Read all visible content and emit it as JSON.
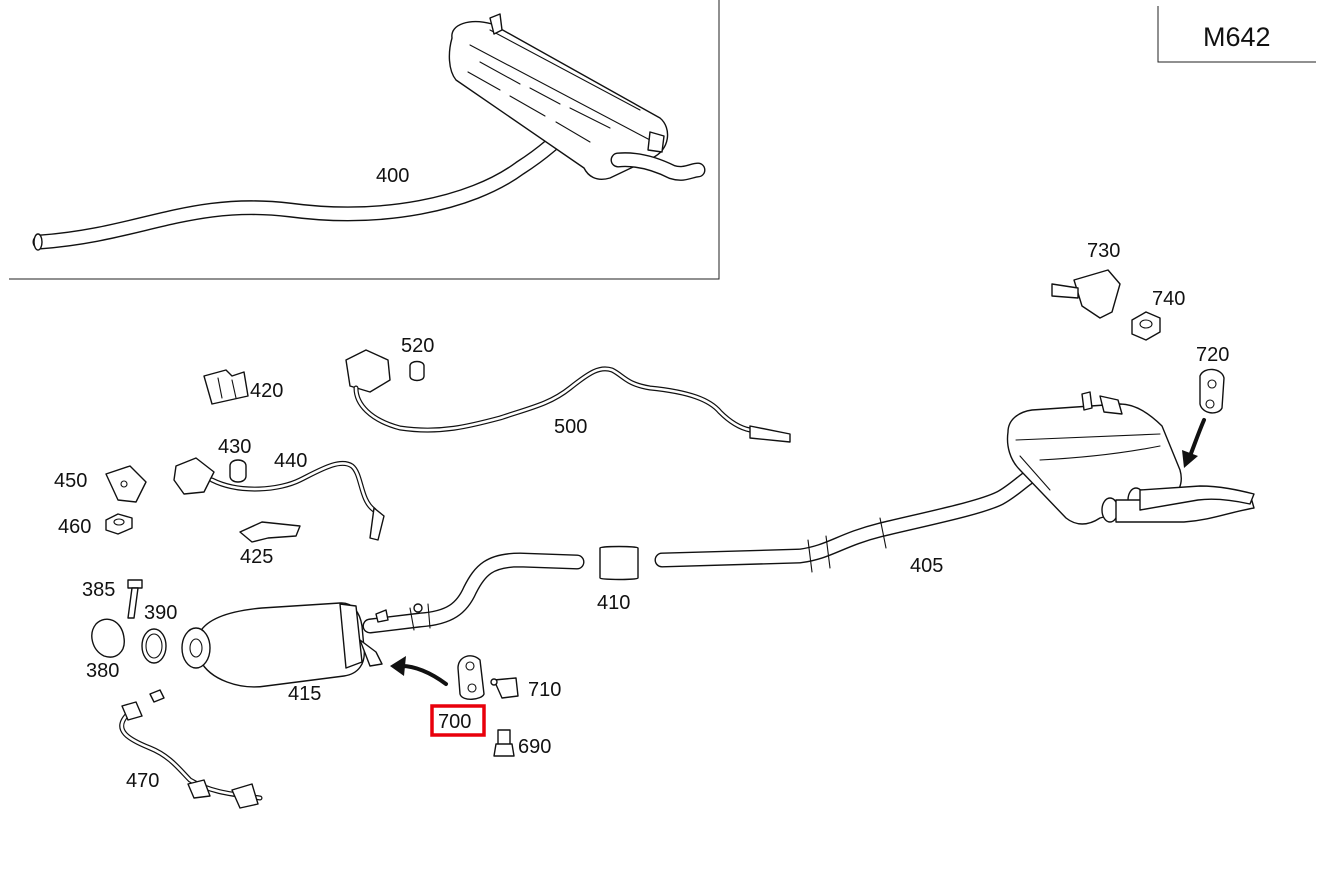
{
  "diagram": {
    "model_code": "M642",
    "highlight_color": "#e8000b",
    "highlighted_part": "700",
    "labels": {
      "p400": "400",
      "p405": "405",
      "p410": "410",
      "p415": "415",
      "p420": "420",
      "p425": "425",
      "p430": "430",
      "p440": "440",
      "p450": "450",
      "p460": "460",
      "p470": "470",
      "p380": "380",
      "p385": "385",
      "p390": "390",
      "p500": "500",
      "p520": "520",
      "p690": "690",
      "p700": "700",
      "p710": "710",
      "p720": "720",
      "p730": "730",
      "p740": "740"
    }
  }
}
